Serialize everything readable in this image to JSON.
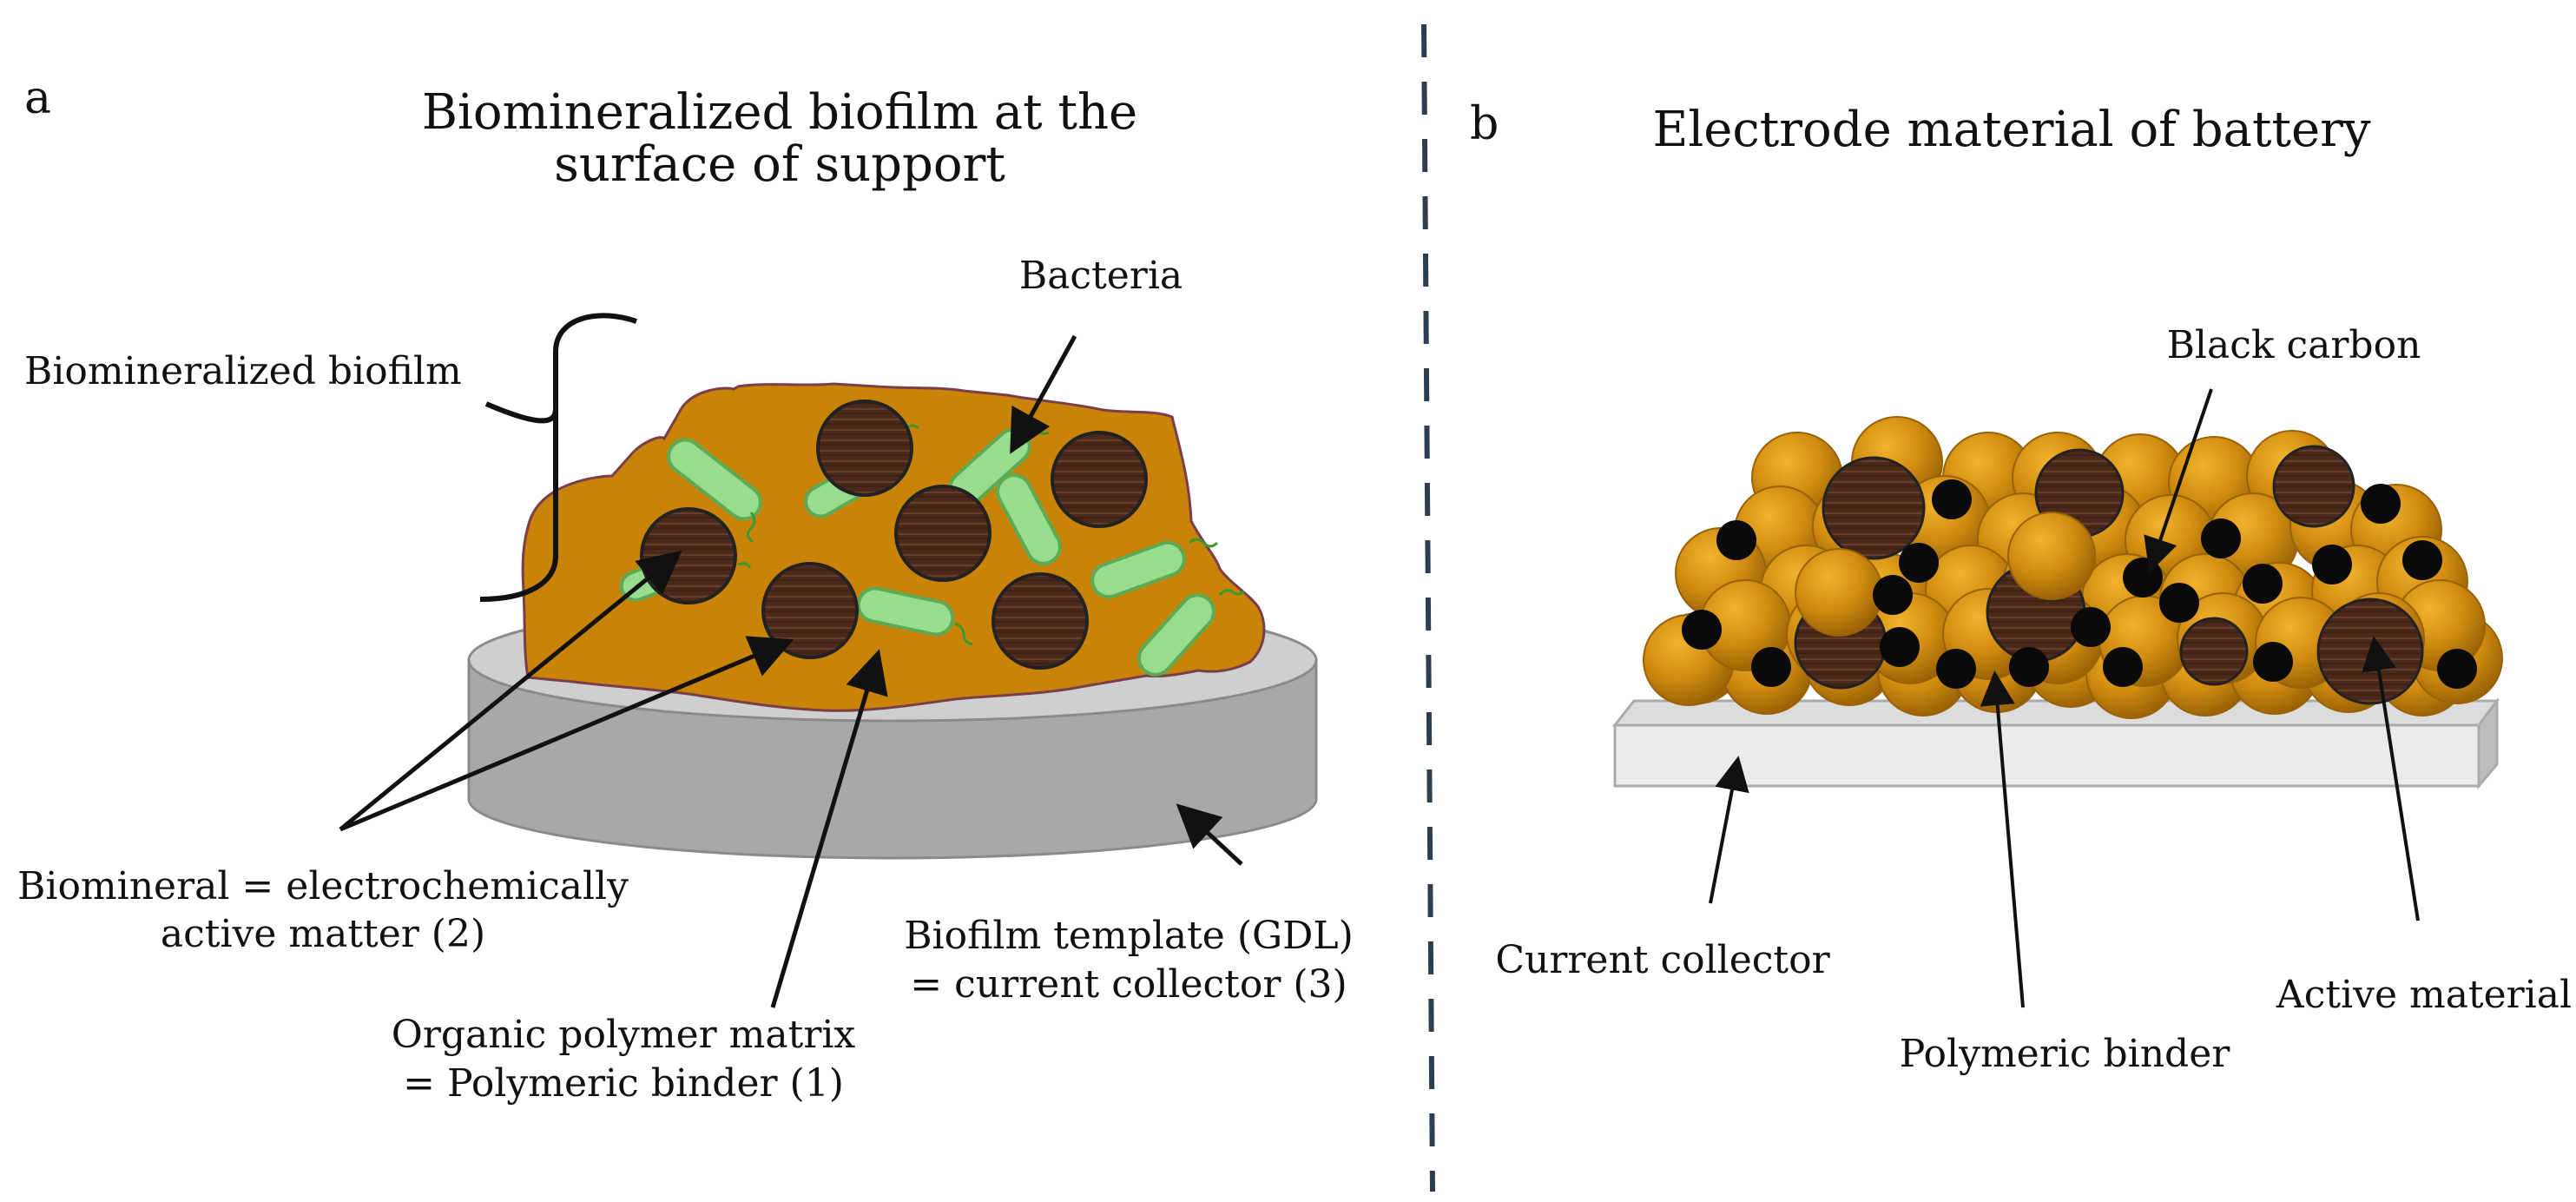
{
  "panel_a": {
    "letter": "a",
    "title_line1": "Biomineralized biofilm at the",
    "title_line2": "surface of support",
    "labels": {
      "bacteria": "Bacteria",
      "biofilm": "Biomineralized biofilm",
      "biomineral_line1": "Biomineral = electrochemically",
      "biomineral_line2": "active matter (2)",
      "organic_line1": "Organic polymer matrix",
      "organic_line2": "= Polymeric binder (1)",
      "template_line1": "Biofilm template (GDL)",
      "template_line2": "= current collector (3)"
    }
  },
  "panel_b": {
    "letter": "b",
    "title": "Electrode material of battery",
    "labels": {
      "black_carbon": "Black carbon",
      "current_collector": "Current collector",
      "polymeric_binder": "Polymeric binder",
      "active_material": "Active material"
    }
  },
  "colors": {
    "biofilm": "#C98408",
    "biofilm_outline": "#7A3E4A",
    "bacteria_fill": "#98DC8E",
    "bacteria_outline": "#5DAA54",
    "flagella": "#3A9A30",
    "mineral_particle": "#4B2A1C",
    "support_side": "#A8A8A8",
    "support_top": "#CFCFCF",
    "binder_sphere": "#D18C10",
    "black_carbon": "#0A0A0A",
    "collector": "#EBEBEB",
    "divider": "#2E3E52"
  }
}
